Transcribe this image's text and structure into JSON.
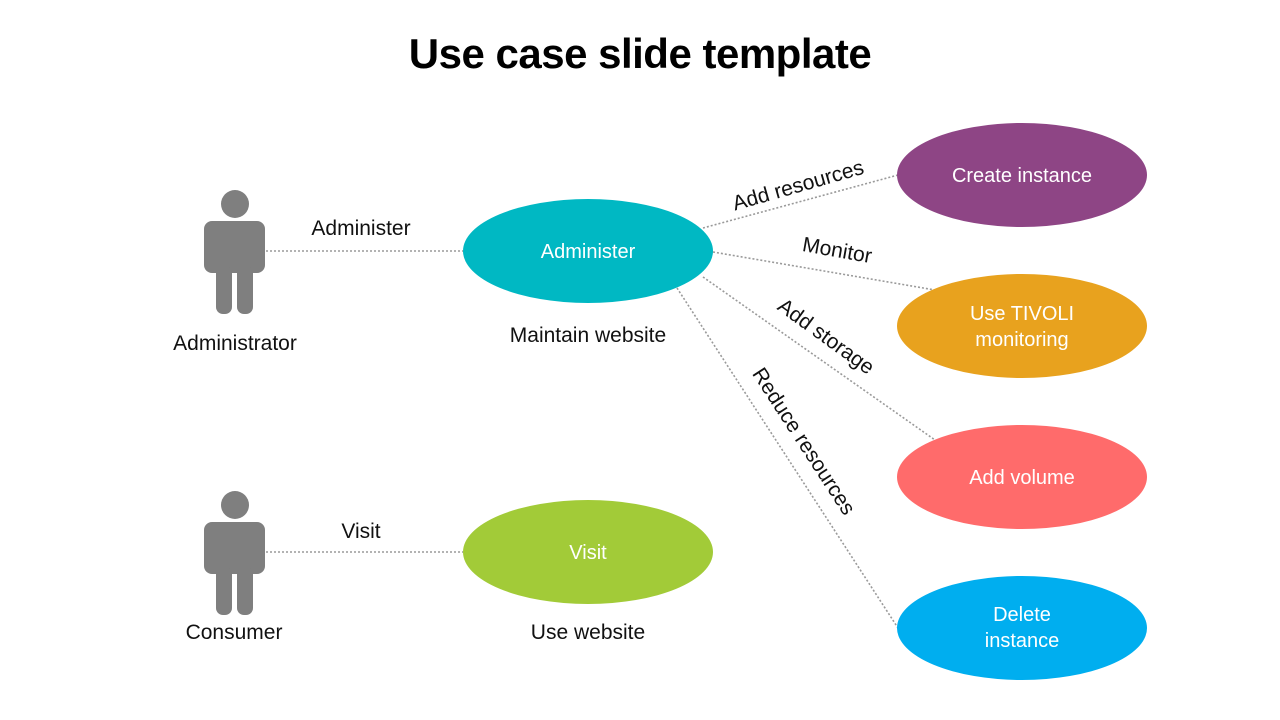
{
  "title": "Use case slide template",
  "actors": {
    "administrator": "Administrator",
    "consumer": "Consumer"
  },
  "associations": {
    "administer": "Administer",
    "visit": "Visit"
  },
  "use_cases": {
    "administer": {
      "label": "Administer",
      "caption": "Maintain website",
      "color": "#00B8C3"
    },
    "visit": {
      "label": "Visit",
      "caption": "Use website",
      "color": "#A2CB38"
    },
    "create_instance": {
      "label": "Create instance",
      "color": "#8E4585"
    },
    "use_tivoli": {
      "line1": "Use TIVOLI",
      "line2": "monitoring",
      "color": "#E8A21E"
    },
    "add_volume": {
      "label": "Add volume",
      "color": "#FF6B6B"
    },
    "delete_instance": {
      "line1": "Delete",
      "line2": "instance",
      "color": "#00AEEF"
    }
  },
  "relations": {
    "add_resources": "Add resources",
    "monitor": "Monitor",
    "add_storage": "Add storage",
    "reduce_resources": "Reduce resources"
  }
}
